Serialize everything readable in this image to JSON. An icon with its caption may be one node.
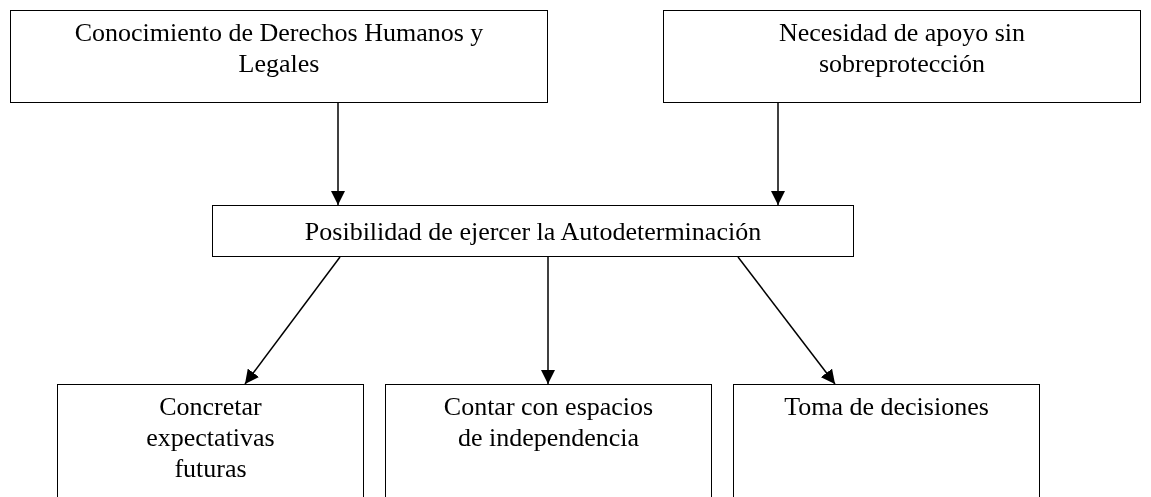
{
  "diagram": {
    "nodes": [
      {
        "text": [
          "Conocimiento de Derechos Humanos y Legales"
        ]
      },
      {
        "text": [
          "Necesidad de apoyo sin sobreprotección"
        ]
      },
      {
        "text": [
          "Posibilidad de ejercer la Autodeterminación"
        ]
      },
      {
        "text": [
          "Concretar expectativas futuras"
        ]
      },
      {
        "text": [
          "Contar con espacios de independencia"
        ]
      },
      {
        "text": [
          "Toma de decisiones"
        ]
      }
    ],
    "edges": [
      {
        "from": 0,
        "to": 2,
        "arrow": "to"
      },
      {
        "from": 1,
        "to": 2,
        "arrow": "to"
      },
      {
        "from": 2,
        "to": 3,
        "arrow": "to"
      },
      {
        "from": 2,
        "to": 4,
        "arrow": "to"
      },
      {
        "from": 2,
        "to": 5,
        "arrow": "to"
      }
    ]
  }
}
